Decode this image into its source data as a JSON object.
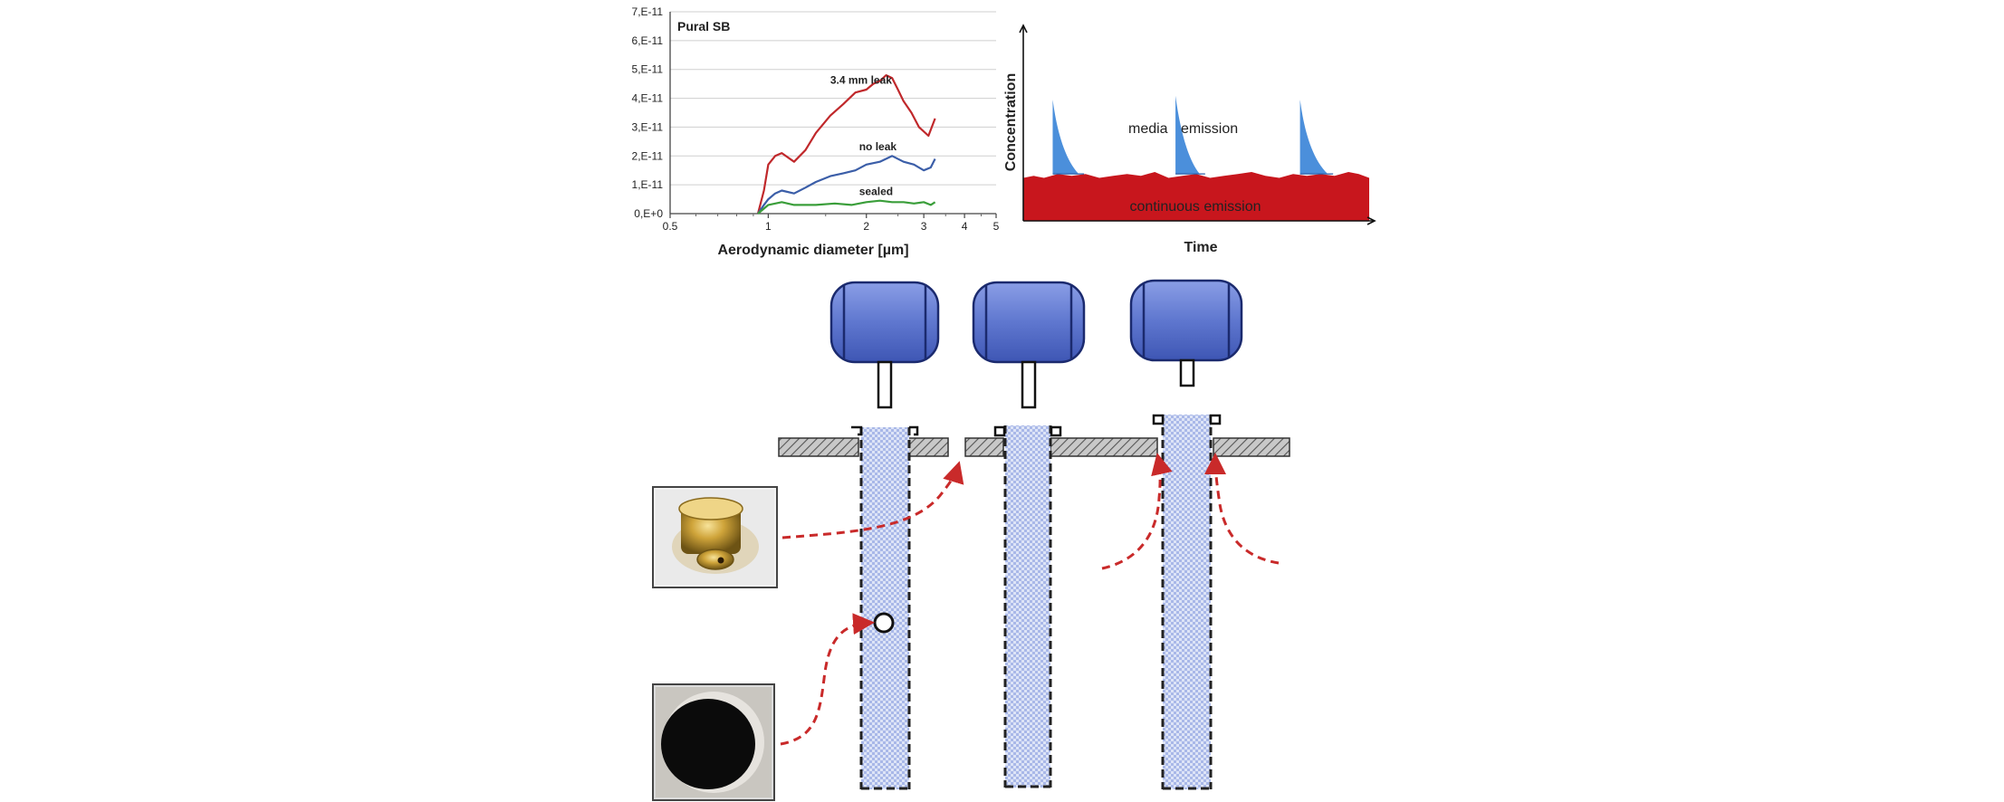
{
  "colors": {
    "leak": "#c0282b",
    "noleak": "#3b5ea8",
    "sealed": "#3a9e3a",
    "media": "#4b8fdb",
    "continuous": "#c8161d",
    "filter_body": "#6f86d6",
    "filter_dark": "#1b2a6e",
    "arrow": "#c92a2a",
    "plate": "#9a9a9a"
  },
  "chart_data": [
    {
      "type": "line",
      "title": "Pural SB",
      "xlabel": "Aerodynamic diameter [µm]",
      "ylabel": "",
      "x_scale": "log",
      "xlim": [
        0.5,
        5
      ],
      "ylim": [
        0,
        7e-11
      ],
      "x_ticks": [
        0.5,
        1,
        2,
        3,
        4,
        5
      ],
      "x_tick_labels": [
        "0.5",
        "1",
        "2",
        "3",
        "4",
        "5"
      ],
      "y_ticks": [
        0,
        1e-11,
        2e-11,
        3e-11,
        4e-11,
        5e-11,
        6e-11,
        7e-11
      ],
      "y_tick_labels": [
        "0,E+0",
        "1,E-11",
        "2,E-11",
        "3,E-11",
        "4,E-11",
        "5,E-11",
        "6,E-11",
        "7,E-11"
      ],
      "grid": true,
      "series": [
        {
          "name": "3.4 mm leak",
          "color_key": "leak",
          "x": [
            0.93,
            0.97,
            1.0,
            1.05,
            1.1,
            1.2,
            1.3,
            1.4,
            1.55,
            1.7,
            1.85,
            2.0,
            2.1,
            2.2,
            2.3,
            2.4,
            2.5,
            2.6,
            2.75,
            2.9,
            3.1,
            3.25
          ],
          "y": [
            0,
            8e-12,
            1.7e-11,
            2e-11,
            2.1e-11,
            1.8e-11,
            2.2e-11,
            2.8e-11,
            3.4e-11,
            3.8e-11,
            4.2e-11,
            4.3e-11,
            4.5e-11,
            4.6e-11,
            4.8e-11,
            4.7e-11,
            4.3e-11,
            3.9e-11,
            3.5e-11,
            3e-11,
            2.7e-11,
            3.3e-11
          ]
        },
        {
          "name": "no leak",
          "color_key": "noleak",
          "x": [
            0.93,
            0.97,
            1.0,
            1.05,
            1.1,
            1.2,
            1.3,
            1.4,
            1.55,
            1.7,
            1.85,
            2.0,
            2.2,
            2.4,
            2.6,
            2.8,
            3.0,
            3.15,
            3.25
          ],
          "y": [
            0,
            3e-12,
            5e-12,
            7e-12,
            8e-12,
            7e-12,
            9e-12,
            1.1e-11,
            1.3e-11,
            1.4e-11,
            1.5e-11,
            1.7e-11,
            1.8e-11,
            2e-11,
            1.8e-11,
            1.7e-11,
            1.5e-11,
            1.6e-11,
            1.9e-11
          ]
        },
        {
          "name": "sealed",
          "color_key": "sealed",
          "x": [
            0.93,
            1.0,
            1.1,
            1.2,
            1.4,
            1.6,
            1.8,
            2.0,
            2.2,
            2.4,
            2.6,
            2.8,
            3.0,
            3.15,
            3.25
          ],
          "y": [
            0,
            3e-12,
            4e-12,
            3e-12,
            3e-12,
            3.5e-12,
            3e-12,
            4e-12,
            4.5e-12,
            4e-12,
            4e-12,
            3.5e-12,
            4e-12,
            3e-12,
            4e-12
          ]
        }
      ],
      "annotations": [
        {
          "text": "3.4 mm leak",
          "x": 1.55,
          "y": 4.5e-11,
          "color_key": "leak"
        },
        {
          "text": "no leak",
          "x": 1.9,
          "y": 2.2e-11,
          "color_key": "noleak"
        },
        {
          "text": "sealed",
          "x": 1.9,
          "y": 6.5e-12,
          "color_key": "sealed"
        }
      ]
    },
    {
      "type": "area",
      "xlabel": "Time",
      "ylabel": "Concentration",
      "xlim": [
        0,
        100
      ],
      "ylim": [
        0,
        100
      ],
      "series": [
        {
          "name": "continuous emission",
          "color_key": "continuous",
          "x": [
            0,
            3,
            6,
            10,
            14,
            18,
            22,
            26,
            30,
            34,
            38,
            42,
            46,
            50,
            54,
            58,
            62,
            66,
            70,
            74,
            78,
            82,
            86,
            90,
            94,
            97,
            100
          ],
          "y": [
            22,
            23,
            22,
            24,
            23,
            24,
            22,
            23,
            24,
            23,
            25,
            22,
            23,
            24,
            22,
            23,
            24,
            25,
            23,
            22,
            24,
            23,
            24,
            23,
            25,
            24,
            22
          ]
        },
        {
          "name": "media emission",
          "color_key": "media",
          "peaks": [
            {
              "start": 8.5,
              "end": 16,
              "peak": 62
            },
            {
              "start": 44,
              "end": 51,
              "peak": 64
            },
            {
              "start": 80,
              "end": 88,
              "peak": 62
            }
          ]
        }
      ],
      "labels": {
        "media_word": "media",
        "emission_word": "emission",
        "continuous": "continuous emission"
      }
    }
  ],
  "diagram": {
    "filters": [
      {
        "id": "leak-filter",
        "label": ""
      },
      {
        "id": "noleak-filter",
        "label": ""
      },
      {
        "id": "sealed-filter",
        "label": ""
      }
    ]
  }
}
